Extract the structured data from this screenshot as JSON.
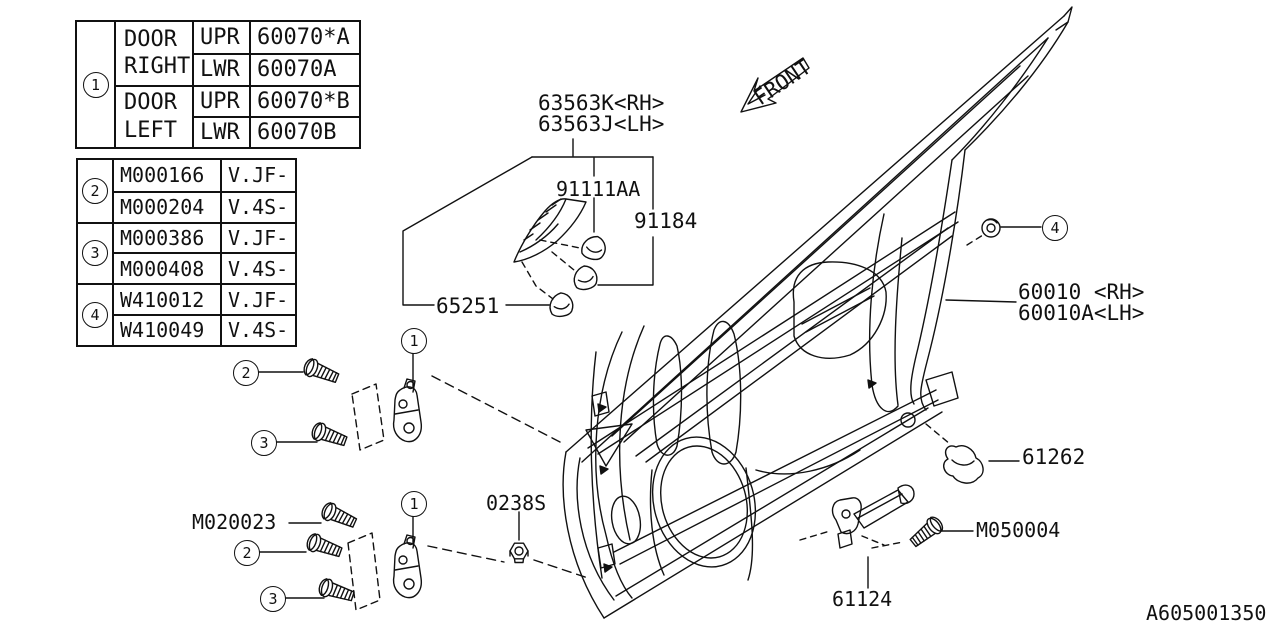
{
  "doc_code": "A605001350",
  "front_marker": "FRONT",
  "door_table": {
    "ref": "1",
    "right": {
      "line1": "DOOR",
      "line2": "RIGHT"
    },
    "left": {
      "line1": "DOOR",
      "line2": "LEFT"
    },
    "rows": [
      {
        "pos": "UPR",
        "part": "60070*A"
      },
      {
        "pos": "LWR",
        "part": "60070A"
      },
      {
        "pos": "UPR",
        "part": "60070*B"
      },
      {
        "pos": "LWR",
        "part": "60070B"
      }
    ]
  },
  "fastener_table": {
    "groups": [
      {
        "ref": "2",
        "rows": [
          {
            "part": "M000166",
            "ver": "V.JF-"
          },
          {
            "part": "M000204",
            "ver": "V.4S-"
          }
        ]
      },
      {
        "ref": "3",
        "rows": [
          {
            "part": "M000386",
            "ver": "V.JF-"
          },
          {
            "part": "M000408",
            "ver": "V.4S-"
          }
        ]
      },
      {
        "ref": "4",
        "rows": [
          {
            "part": "W410012",
            "ver": "V.JF-"
          },
          {
            "part": "W410049",
            "ver": "V.4S-"
          }
        ]
      }
    ]
  },
  "refs": {
    "hinge": "1",
    "upper_bolt": "2",
    "lower_bolt": "3",
    "grommet": "4"
  },
  "callouts": {
    "corner_trim_rh": "63563K<RH>",
    "corner_trim_lh": "63563J<LH>",
    "clip_91111aa": "91111AA",
    "clip_91184": "91184",
    "clip_65251": "65251",
    "door_panel_rh": "60010 <RH>",
    "door_panel_lh": "60010A<LH>",
    "bumper_61262": "61262",
    "nut_0238s": "0238S",
    "bolt_m020023": "M020023",
    "bolt_m050004": "M050004",
    "door_check_61124": "61124"
  }
}
